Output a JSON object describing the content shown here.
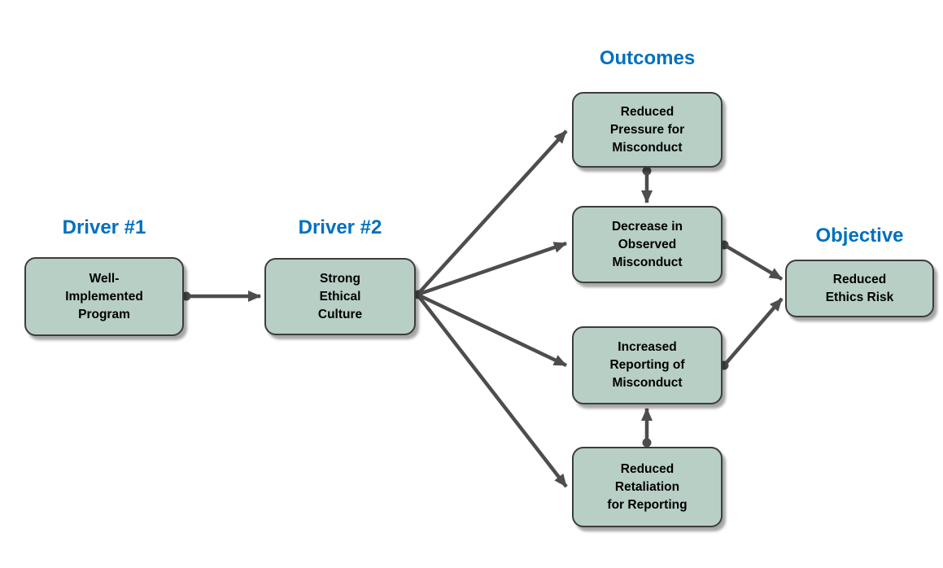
{
  "diagram": {
    "headings": [
      {
        "id": "driver-1",
        "text": "Driver #1"
      },
      {
        "id": "driver-2",
        "text": "Driver #2"
      },
      {
        "id": "outcomes",
        "text": "Outcomes"
      },
      {
        "id": "objective",
        "text": "Objective"
      }
    ],
    "nodes": [
      {
        "id": "well-implemented-program",
        "text": "Well-\nImplemented\nProgram"
      },
      {
        "id": "strong-ethical-culture",
        "text": "Strong\nEthical\nCulture"
      },
      {
        "id": "reduced-pressure-for-misconduct",
        "text": "Reduced\nPressure for\nMisconduct"
      },
      {
        "id": "decrease-in-observed-misconduct",
        "text": "Decrease in\nObserved\nMisconduct"
      },
      {
        "id": "increased-reporting-of-misconduct",
        "text": "Increased\nReporting of\nMisconduct"
      },
      {
        "id": "reduced-retaliation-for-reporting",
        "text": "Reduced\nRetaliation\nfor Reporting"
      },
      {
        "id": "reduced-ethics-risk",
        "text": "Reduced\nEthics Risk"
      }
    ],
    "edges": [
      {
        "from": "well-implemented-program",
        "to": "strong-ethical-culture"
      },
      {
        "from": "strong-ethical-culture",
        "to": "reduced-pressure-for-misconduct"
      },
      {
        "from": "strong-ethical-culture",
        "to": "decrease-in-observed-misconduct"
      },
      {
        "from": "strong-ethical-culture",
        "to": "increased-reporting-of-misconduct"
      },
      {
        "from": "strong-ethical-culture",
        "to": "reduced-retaliation-for-reporting"
      },
      {
        "from": "reduced-pressure-for-misconduct",
        "to": "decrease-in-observed-misconduct"
      },
      {
        "from": "reduced-retaliation-for-reporting",
        "to": "increased-reporting-of-misconduct"
      },
      {
        "from": "decrease-in-observed-misconduct",
        "to": "reduced-ethics-risk"
      },
      {
        "from": "increased-reporting-of-misconduct",
        "to": "reduced-ethics-risk"
      }
    ],
    "colors": {
      "heading_text": "#0070c0",
      "node_fill": "#b8cfc6",
      "node_border": "#3d3d3d",
      "node_text": "#000000",
      "arrow": "#4d4d4d",
      "background": "#ffffff"
    }
  }
}
